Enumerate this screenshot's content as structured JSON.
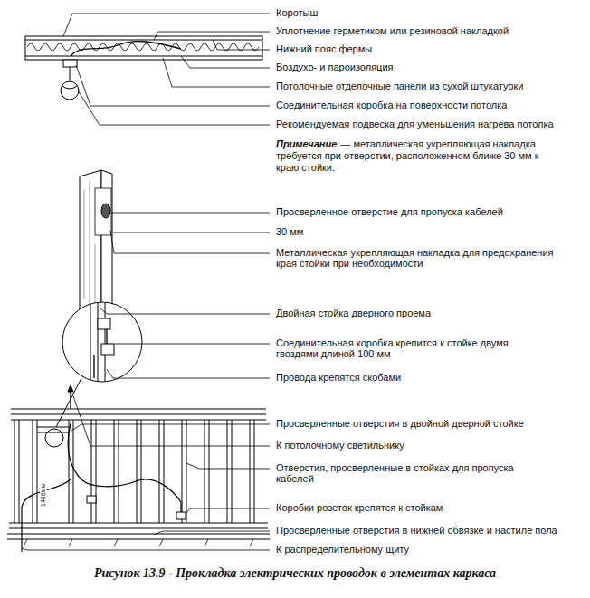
{
  "diagram": {
    "caption": "Рисунок 13.9 - Прокладка электрических проводок в элементах каркаса",
    "labels": [
      "Коротыш",
      "Уплотнение герметиком или резиновой накладкой",
      "Нижний пояс фермы",
      "Воздухо- и пароизоляция",
      "Потолочные отделочные панели из сухой штукатурки",
      "Соединительная коробка на поверхности потолка",
      "Рекомендуемая подвеска для уменьшения нагрева потолка",
      "Примечание",
      "— металлическая укрепляющая накладка требуется при отверстии, расположенном ближе 30 мм к краю стойки.",
      "Просверленное отверстие для пропуска кабелей",
      "30 мм",
      "Металлическая укрепляющая накладка для предохранения края стойки при необходимости",
      "Двойная стойка дверного проема",
      "Соединительная коробка крепится к стойке двумя гвоздями длиной 100 мм",
      "Провода крепятся скобами",
      "Просверленные отверстия в двойной дверной стойке",
      "К потолочному светильнику",
      "Отверстия, просверленные в стойках для пропуска кабелей",
      "Коробки розеток крепятся к стойкам",
      "Просверленные отверстия в нижней обвязке и настиле пола",
      "К распределительному щиту",
      "1400мм"
    ]
  }
}
